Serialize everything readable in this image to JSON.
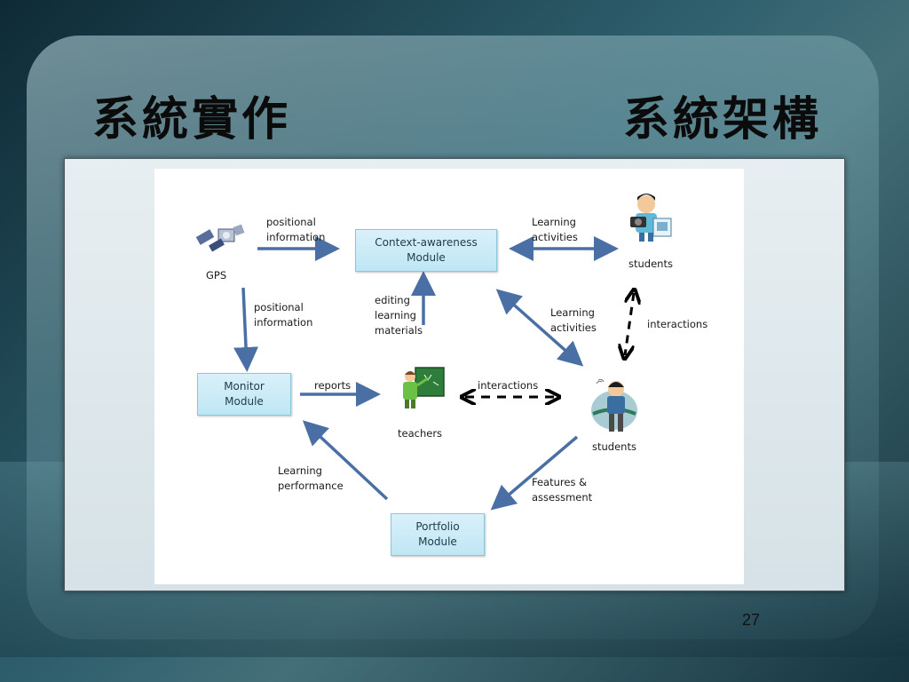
{
  "slide": {
    "title_left": "系統實作",
    "title_right": "系統架構",
    "page_number": "27"
  },
  "diagram": {
    "modules": {
      "context": [
        "Context-awareness",
        "Module"
      ],
      "monitor": [
        "Monitor",
        "Module"
      ],
      "portfolio": [
        "Portfolio",
        "Module"
      ]
    },
    "actors": {
      "gps": "GPS",
      "teachers": "teachers",
      "students_top": "students",
      "students_right": "students"
    },
    "edge_labels": {
      "gps_to_context": [
        "positional",
        "information"
      ],
      "gps_to_monitor": [
        "positional",
        "information"
      ],
      "teacher_to_context": [
        "editing",
        "learning",
        "materials"
      ],
      "context_students_top": [
        "Learning",
        "activities"
      ],
      "context_students_right": [
        "Learning",
        "activities"
      ],
      "students_interactions": "interactions",
      "monitor_reports": "reports",
      "teacher_students_interactions": "interactions",
      "portfolio_to_monitor": [
        "Learning",
        "performance"
      ],
      "students_to_portfolio": [
        "Features &",
        "assessment"
      ]
    },
    "colors": {
      "arrow": "#4a6fa5",
      "module_fill": "#c9ebf7",
      "dashed_arrow": "#000000"
    },
    "icons": [
      "satellite-icon",
      "teacher-icon",
      "student-photographer-icon",
      "student-icon"
    ]
  }
}
